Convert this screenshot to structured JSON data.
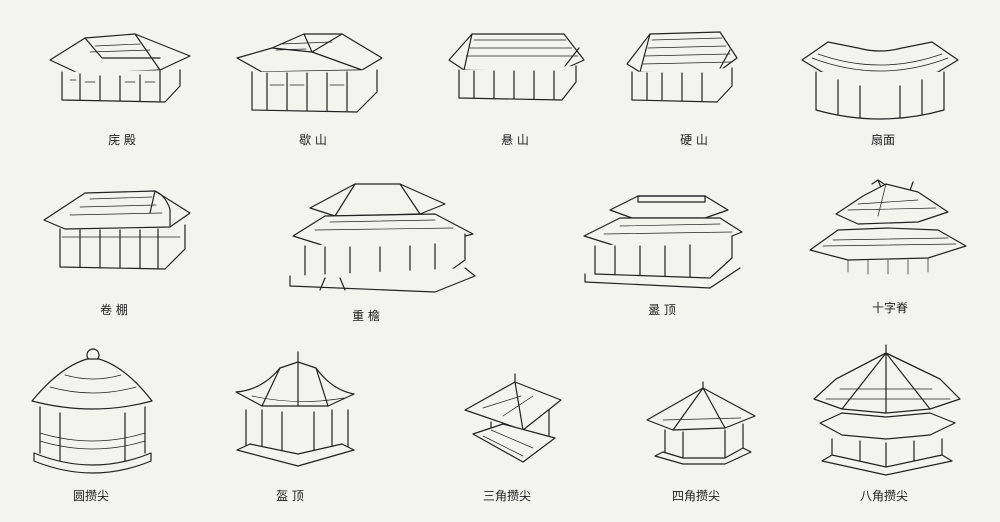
{
  "items": [
    {
      "label": "庑 殿"
    },
    {
      "label": "歇 山"
    },
    {
      "label": "悬 山"
    },
    {
      "label": "硬 山"
    },
    {
      "label": "扇面"
    },
    {
      "label": "卷 棚"
    },
    {
      "label": "重 檐"
    },
    {
      "label": "盝 顶"
    },
    {
      "label": "十字脊"
    },
    {
      "label": "圆攒尖"
    },
    {
      "label": "盔 顶"
    },
    {
      "label": "三角攒尖"
    },
    {
      "label": "四角攒尖"
    },
    {
      "label": "八角攒尖"
    }
  ]
}
